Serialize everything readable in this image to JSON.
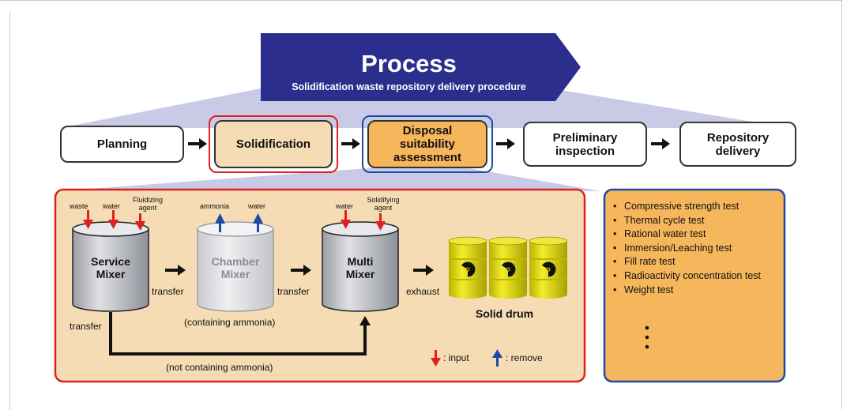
{
  "header": {
    "title": "Process",
    "subtitle": "Solidification waste repository delivery procedure"
  },
  "steps": [
    {
      "label": "Planning"
    },
    {
      "label": "Solidification"
    },
    {
      "label": "Disposal suitability assessment"
    },
    {
      "label": "Preliminary inspection"
    },
    {
      "label": "Repository delivery"
    }
  ],
  "mixers": {
    "service": {
      "name": "Service Mixer",
      "inputs": [
        "waste",
        "water",
        "Fluidizing agent"
      ]
    },
    "chamber": {
      "name": "Chamber Mixer",
      "outputs": [
        "ammonia",
        "water"
      ],
      "note": "(containing ammonia)"
    },
    "multi": {
      "name": "Multi Mixer",
      "inputs": [
        "water",
        "Solidifying agent"
      ]
    }
  },
  "flow": {
    "transfer": "transfer",
    "exhaust": "exhaust",
    "bypass_note": "(not containing ammonia)",
    "product": "Solid drum"
  },
  "legend": {
    "input": ": input",
    "remove": ": remove"
  },
  "tests": [
    "Compressive strength test",
    "Thermal cycle test",
    "Rational water test",
    "Immersion/Leaching test",
    "Fill rate test",
    "Radioactivity concentration test",
    "Weight test"
  ],
  "colors": {
    "banner": "#2b2e8c",
    "banner_shadow": "#c9cbe6",
    "panel_fill": "#f5dcb4",
    "tests_fill": "#f6b65c",
    "red_outline": "#e02020",
    "blue_outline": "#1f4aa8",
    "input_arrow": "#e02020",
    "remove_arrow": "#1f4aa8",
    "drum": "#e6dd00"
  },
  "icons": [
    "radiation-icon",
    "input-arrow-icon",
    "remove-arrow-icon",
    "ellipsis-icon"
  ]
}
